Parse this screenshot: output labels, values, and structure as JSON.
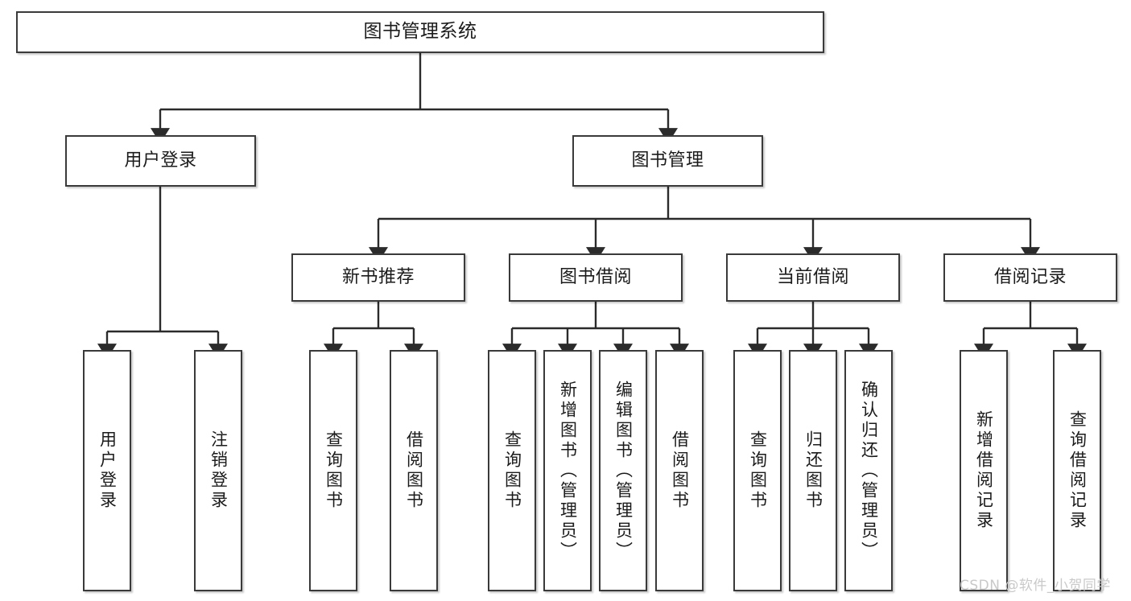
{
  "diagram": {
    "type": "tree",
    "title": "图书管理系统",
    "root": {
      "id": "root",
      "label": "图书管理系统"
    },
    "level2": [
      {
        "id": "user-login",
        "label": "用户登录"
      },
      {
        "id": "book-management",
        "label": "图书管理"
      }
    ],
    "level3": [
      {
        "id": "new-book-recommend",
        "label": "新书推荐"
      },
      {
        "id": "book-borrow",
        "label": "图书借阅"
      },
      {
        "id": "current-borrow",
        "label": "当前借阅"
      },
      {
        "id": "borrow-record",
        "label": "借阅记录"
      }
    ],
    "leaves": {
      "user_login": [
        {
          "id": "leaf-user-login",
          "label": "用户登录"
        },
        {
          "id": "leaf-logout-login",
          "label": "注销登录"
        }
      ],
      "new_book_recommend": [
        {
          "id": "leaf-query-book-1",
          "label": "查询图书"
        },
        {
          "id": "leaf-borrow-book-1",
          "label": "借阅图书"
        }
      ],
      "book_borrow": [
        {
          "id": "leaf-query-book-2",
          "label": "查询图书"
        },
        {
          "id": "leaf-add-book",
          "label": "新增图书（管理员）"
        },
        {
          "id": "leaf-edit-book",
          "label": "编辑图书（管理员）"
        },
        {
          "id": "leaf-borrow-book-2",
          "label": "借阅图书"
        }
      ],
      "current_borrow": [
        {
          "id": "leaf-query-book-3",
          "label": "查询图书"
        },
        {
          "id": "leaf-return-book",
          "label": "归还图书"
        },
        {
          "id": "leaf-confirm-return",
          "label": "确认归还（管理员）"
        }
      ],
      "borrow_record": [
        {
          "id": "leaf-add-record",
          "label": "新增借阅记录"
        },
        {
          "id": "leaf-query-record",
          "label": "查询借阅记录"
        }
      ]
    }
  },
  "watermark": {
    "text": "CSDN @软件_小贺同学"
  },
  "colors": {
    "stroke": "#3a3a3a",
    "text": "#1b1b1b",
    "background": "#ffffff",
    "watermark": "#c9c9c9"
  }
}
